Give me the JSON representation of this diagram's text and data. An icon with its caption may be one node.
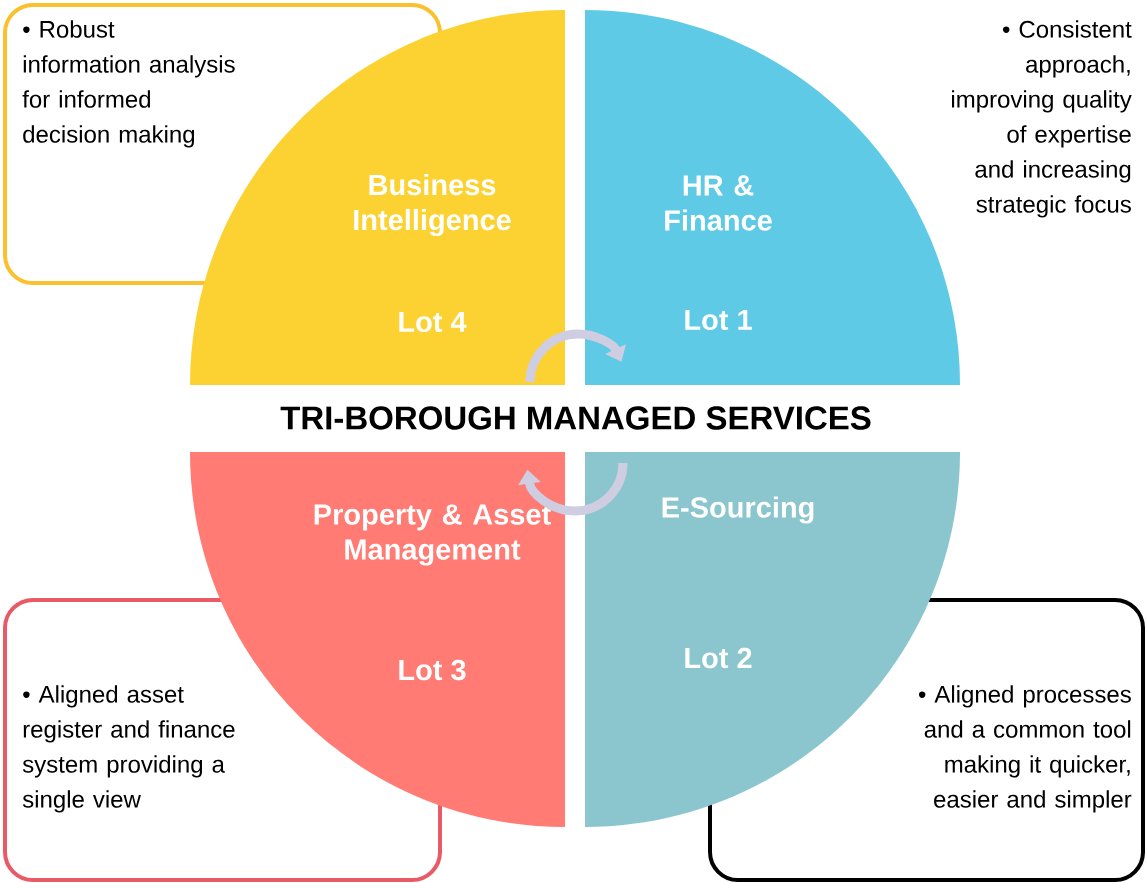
{
  "diagram": {
    "title": "TRI-BOROUGH MANAGED SERVICES",
    "nodes": [
      {
        "text": [
          "• Robust information analysis for informed decision making"
        ]
      },
      {
        "text": [
          "Business Intelligence",
          "Lot 4"
        ]
      },
      {
        "text": [
          "HR & Finance",
          "Lot 1"
        ]
      },
      {
        "text": [
          "Property & Asset Management",
          "Lot 3"
        ]
      },
      {
        "text": [
          "E-Sourcing",
          "Lot 2"
        ]
      },
      {
        "text": [
          "• Aligned asset register and finance system providing a single view"
        ]
      },
      {
        "text": [
          "• Aligned processes and a common tool making it quicker, easier and simpler"
        ]
      }
    ],
    "edges": [
      {
        "from": 1,
        "to": 2,
        "arrow": "to"
      },
      {
        "from": 4,
        "to": 3,
        "arrow": "to"
      }
    ],
    "labels": [
      "• Consistent approach, improving quality of expertise and increasing strategic focus"
    ]
  }
}
